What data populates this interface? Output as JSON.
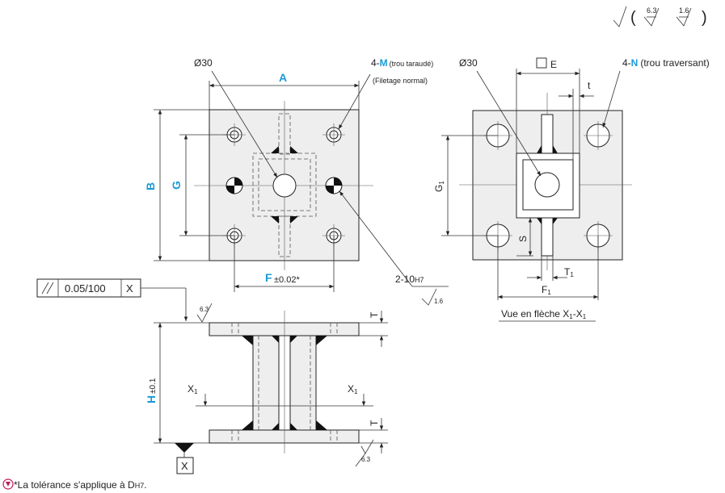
{
  "surface": {
    "left": "6.3",
    "right": "1.6"
  },
  "top_view": {
    "bore": "Ø30",
    "dim_a": "A",
    "dim_b": "B",
    "dim_g": "G",
    "dim_f": "F",
    "dim_f_tol": "±0.02*",
    "tap_count": "4-",
    "tap_code": "M",
    "tap_note": "(trou taraudé)",
    "tap_note2": "(Filetage normal)",
    "pin_label": "2-10",
    "pin_tol": "H7",
    "pin_rough": "1.6"
  },
  "side_view": {
    "bore": "Ø30",
    "dim_e": "E",
    "dim_t": "t",
    "hole_count": "4-",
    "hole_code": "N",
    "hole_note": "(trou traversant)",
    "dim_g1": "G",
    "dim_g1_sub": "1",
    "dim_s": "S",
    "dim_t1": "T",
    "dim_t1_sub": "1",
    "dim_f1": "F",
    "dim_f1_sub": "1",
    "view_label": "Vue en flèche X",
    "view_sub1": "1",
    "view_dash": "-X",
    "view_sub2": "1"
  },
  "front_view": {
    "parallel_value": "0.05/100",
    "datum": "X",
    "rough_top": "6.3",
    "rough_bottom": "6.3",
    "dim_h": "H",
    "dim_h_tol": "±0.1",
    "dim_t_top": "T",
    "dim_t_bottom": "T",
    "section_left": "X",
    "section_left_sub": "1",
    "section_right": "X",
    "section_right_sub": "1",
    "datum_bottom": "X"
  },
  "footnote": {
    "text_a": "*La tolérance s'applique à D",
    "text_b": "H7",
    "text_c": "."
  }
}
